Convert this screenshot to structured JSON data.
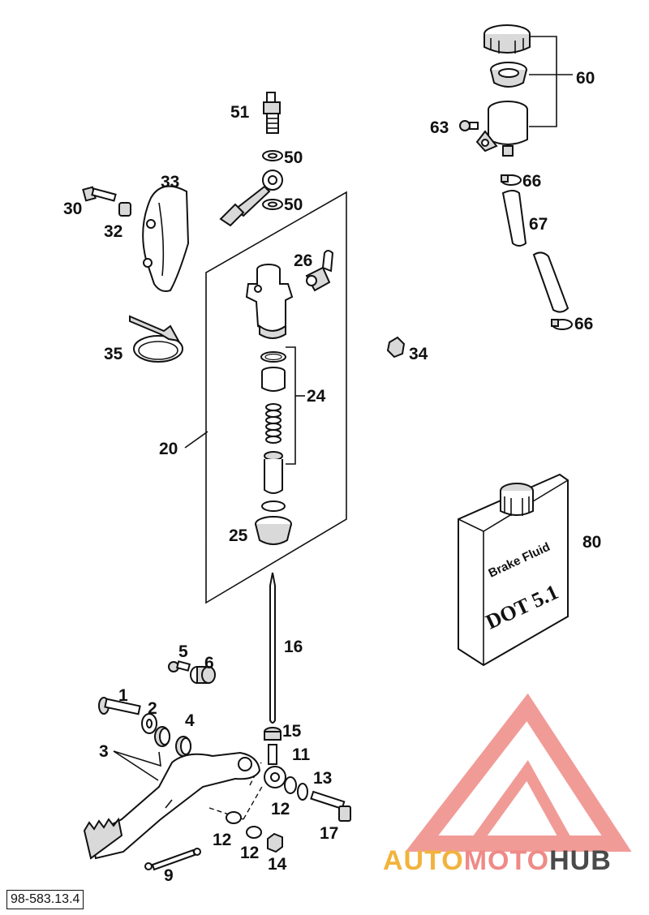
{
  "document_id": "98-583.13.4",
  "watermark": {
    "brand_part1": "AUTO",
    "brand_part2": "MOTO",
    "brand_part3": "HUB",
    "color_triangle": "#ef8a86",
    "color_part1": "#f2b33d",
    "color_part2": "#ef8a86",
    "color_part3": "#4a4a4a"
  },
  "bottle": {
    "label_line1": "Brake Fluid",
    "label_line2": "DOT 5.1"
  },
  "callouts": {
    "n1": "1",
    "n2": "2",
    "n3": "3",
    "n4": "4",
    "n5": "5",
    "n6": "6",
    "n9": "9",
    "n11": "11",
    "n12a": "12",
    "n12b": "12",
    "n12c": "12",
    "n13": "13",
    "n14": "14",
    "n15": "15",
    "n16": "16",
    "n17": "17",
    "n20": "20",
    "n24": "24",
    "n25": "25",
    "n26": "26",
    "n30": "30",
    "n32": "32",
    "n33": "33",
    "n34": "34",
    "n35": "35",
    "n50a": "50",
    "n50b": "50",
    "n51": "51",
    "n60": "60",
    "n63": "63",
    "n66a": "66",
    "n66b": "66",
    "n67": "67",
    "n80": "80"
  }
}
